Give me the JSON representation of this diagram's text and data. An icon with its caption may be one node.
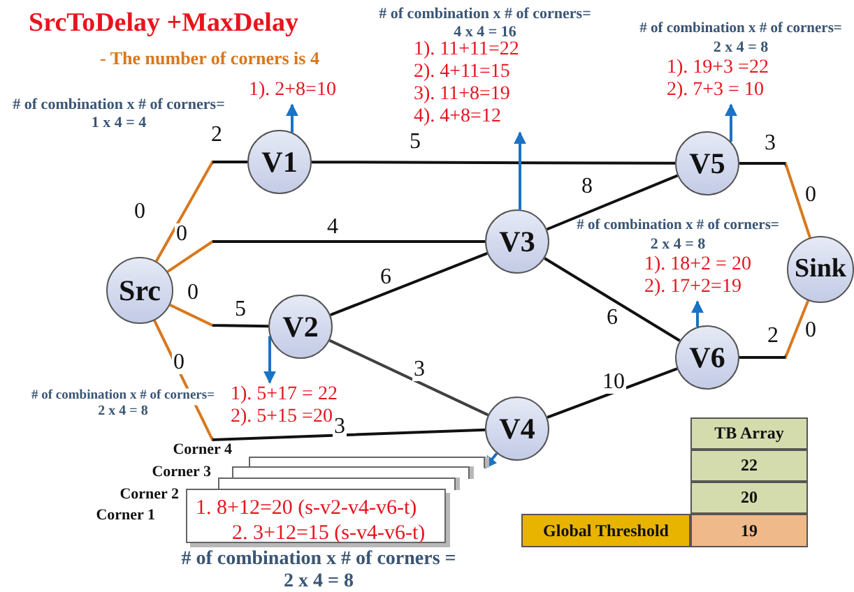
{
  "diagram": {
    "title": "SrcToDelay +MaxDelay",
    "nodes": [
      {
        "text": [
          "Src"
        ]
      },
      {
        "text": [
          "V1"
        ]
      },
      {
        "text": [
          "V2"
        ]
      },
      {
        "text": [
          "V3"
        ]
      },
      {
        "text": [
          "V4"
        ]
      },
      {
        "text": [
          "V5"
        ]
      },
      {
        "text": [
          "V6"
        ]
      },
      {
        "text": [
          "Sink"
        ]
      },
      {
        "text": [
          "1). 2+8=10"
        ]
      },
      {
        "text": [
          "1). 11+11=22",
          "2). 4+11=15",
          "3). 11+8=19",
          "4). 4+8=12"
        ]
      },
      {
        "text": [
          "1). 19+3 =22",
          "2). 7+3 = 10"
        ]
      },
      {
        "text": [
          "1). 18+2 = 20",
          "2). 17+2=19"
        ]
      },
      {
        "text": [
          "1). 5+17 = 22",
          "2). 5+15 =20"
        ]
      },
      {
        "text": [],
        "shape": "box"
      },
      {
        "text": [],
        "shape": "box"
      },
      {
        "text": [],
        "shape": "box"
      },
      {
        "text": [
          "1. 8+12=20 (s-v2-v4-v6-t)",
          "2. 3+12=15 (s-v4-v6-t)"
        ]
      }
    ],
    "edges": [
      {
        "from": 0,
        "to": 1,
        "arrow": "none",
        "label": "2"
      },
      {
        "from": 0,
        "to": 3,
        "arrow": "none",
        "label": "4"
      },
      {
        "from": 0,
        "to": 2,
        "arrow": "none",
        "label": "5"
      },
      {
        "from": 0,
        "to": 4,
        "arrow": "none",
        "label": "3"
      },
      {
        "from": 1,
        "to": 5,
        "arrow": "none",
        "label": "5",
        "color": "#111111"
      },
      {
        "from": 2,
        "to": 3,
        "arrow": "none",
        "label": "6",
        "color": "#111111"
      },
      {
        "from": 2,
        "to": 4,
        "arrow": "none",
        "label": "3",
        "color": "#404040"
      },
      {
        "from": 3,
        "to": 5,
        "arrow": "none",
        "label": "8",
        "color": "#111111"
      },
      {
        "from": 3,
        "to": 6,
        "arrow": "none",
        "label": "6",
        "color": "#111111"
      },
      {
        "from": 4,
        "to": 6,
        "arrow": "none",
        "label": "10",
        "color": "#111111"
      },
      {
        "from": 5,
        "to": 7,
        "arrow": "none",
        "label": "3"
      },
      {
        "from": 6,
        "to": 7,
        "arrow": "none",
        "label": "2"
      },
      {
        "from": 1,
        "to": 8,
        "arrow": "to",
        "color": "#1a73c4"
      },
      {
        "from": 3,
        "to": 9,
        "arrow": "to",
        "color": "#1a73c4"
      },
      {
        "from": 5,
        "to": 10,
        "arrow": "to",
        "color": "#1a73c4"
      },
      {
        "from": 6,
        "to": 11,
        "arrow": "to",
        "color": "#1a73c4"
      },
      {
        "from": 2,
        "to": 12,
        "arrow": "to",
        "color": "#1a73c4"
      },
      {
        "from": 4,
        "to": 13,
        "arrow": "to",
        "color": "#1a73c4"
      }
    ],
    "labels": [
      "- The number of corners is 4",
      "# of combination x # of corners=",
      "4 x 4 = 16",
      "# of combination x # of corners=",
      "2 x 4 = 8",
      "# of combination x # of corners=",
      "1 x 4 = 4",
      "0",
      "0",
      "0",
      "0",
      "# of combination x # of corners=",
      "2 x 4 = 8",
      "0",
      "0",
      "# of combination x # of corners=",
      "2 x 4 = 8",
      "Corner 4",
      "Corner 3",
      "Corner 2",
      "Corner 1",
      "# of combination x # of corners =",
      "2 x 4 = 8",
      "TB Array",
      "22",
      "20",
      "Global Threshold",
      "19"
    ]
  }
}
